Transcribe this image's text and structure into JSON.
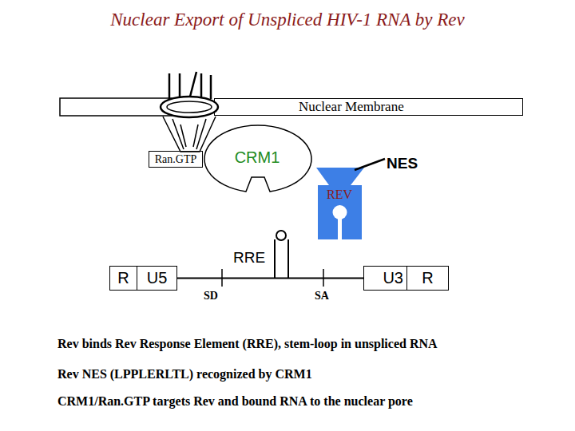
{
  "diagram": {
    "title": "Nuclear Export of Unspliced HIV-1 RNA by Rev",
    "nodes": [
      {
        "text": [
          "Nuclear Membrane"
        ]
      },
      {
        "text": [
          "Ran.GTP"
        ]
      },
      {
        "text": [
          "CRM1"
        ]
      },
      {
        "text": [
          "REV"
        ]
      },
      {
        "text": [
          "R",
          "U5"
        ]
      },
      {
        "text": [
          "U3",
          "R"
        ]
      }
    ],
    "edges": [
      {
        "from": 4,
        "to": 5,
        "arrow": "none"
      }
    ],
    "labels": [
      "NES",
      "RRE",
      "SD",
      "SA",
      "Rev binds Rev Response Element (RRE), stem-loop in unspliced RNA",
      "Rev NES (LPPLERLTL) recognized by CRM1",
      "CRM1/Ran.GTP targets Rev and bound RNA to the nuclear pore"
    ]
  }
}
